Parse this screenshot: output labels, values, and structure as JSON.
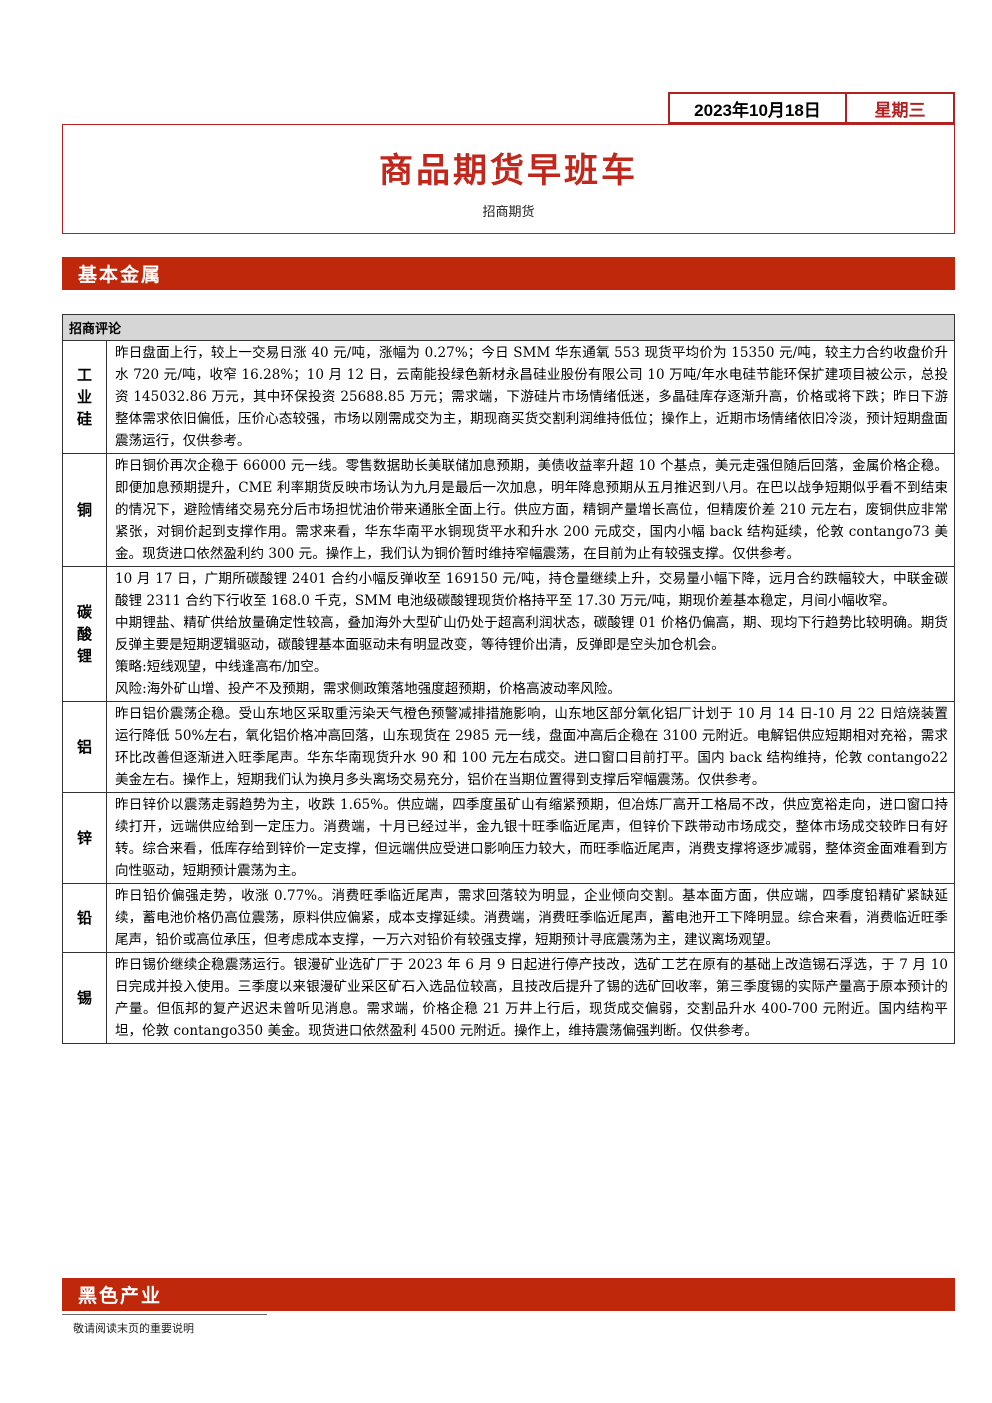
{
  "header": {
    "date": "2023年10月18日",
    "weekday": "星期三",
    "title": "商品期货早班车",
    "subtitle": "招商期货"
  },
  "sections": {
    "metals": "基本金属",
    "ferrous": "黑色产业"
  },
  "table": {
    "header": "招商评论",
    "rows": [
      {
        "category": [
          "工",
          "业",
          "硅"
        ],
        "paragraphs": [
          "昨日盘面上行，较上一交易日涨 40 元/吨，涨幅为 0.27%；今日 SMM 华东通氧 553 现货平均价为 15350 元/吨，较主力合约收盘价升水 720 元/吨，收窄 16.28%；10 月 12 日，云南能投绿色新材永昌硅业股份有限公司 10 万吨/年水电硅节能环保扩建项目被公示，总投资 145032.86 万元，其中环保投资 25688.85 万元；需求端，下游硅片市场情绪低迷，多晶硅库存逐渐升高，价格或将下跌；昨日下游整体需求依旧偏低，压价心态较强，市场以刚需成交为主，期现商买货交割利润维持低位；操作上，近期市场情绪依旧冷淡，预计短期盘面震荡运行，仅供参考。"
        ]
      },
      {
        "category": [
          "铜"
        ],
        "paragraphs": [
          "昨日铜价再次企稳于 66000 元一线。零售数据助长美联储加息预期，美债收益率升超 10 个基点，美元走强但随后回落，金属价格企稳。即便加息预期提升，CME 利率期货反映市场认为九月是最后一次加息，明年降息预期从五月推迟到八月。在巴以战争短期似乎看不到结束的情况下，避险情绪交易充分后市场担忧油价带来通胀全面上行。供应方面，精铜产量增长高位，但精废价差 210 元左右，废铜供应非常紧张，对铜价起到支撑作用。需求来看，华东华南平水铜现货平水和升水 200 元成交，国内小幅 back 结构延续，伦敦 contango73 美金。现货进口依然盈利约 300 元。操作上，我们认为铜价暂时维持窄幅震荡，在目前为止有较强支撑。仅供参考。"
        ]
      },
      {
        "category": [
          "碳",
          "酸",
          "锂"
        ],
        "paragraphs": [
          "10 月 17 日，广期所碳酸锂 2401 合约小幅反弹收至 169150 元/吨，持仓量继续上升，交易量小幅下降，远月合约跌幅较大，中联金碳酸锂 2311 合约下行收至 168.0 千克，SMM 电池级碳酸锂现货价格持平至 17.30 万元/吨，期现价差基本稳定，月间小幅收窄。",
          "中期锂盐、精矿供给放量确定性较高，叠加海外大型矿山仍处于超高利润状态，碳酸锂 01 价格仍偏高，期、现均下行趋势比较明确。期货反弹主要是短期逻辑驱动，碳酸锂基本面驱动未有明显改变，等待锂价出清，反弹即是空头加仓机会。",
          "策略:短线观望，中线逢高布/加空。",
          "风险:海外矿山增、投产不及预期，需求侧政策落地强度超预期，价格高波动率风险。"
        ]
      },
      {
        "category": [
          "铝"
        ],
        "paragraphs": [
          "昨日铝价震荡企稳。受山东地区采取重污染天气橙色预警减排措施影响，山东地区部分氧化铝厂计划于 10 月 14 日-10 月 22 日焙烧装置运行降低 50%左右，氧化铝价格冲高回落，山东现货在 2985 元一线，盘面冲高后企稳在 3100 元附近。电解铝供应短期相对充裕，需求环比改善但逐渐进入旺季尾声。华东华南现货升水 90 和 100 元左右成交。进口窗口目前打平。国内 back 结构维持，伦敦 contango22 美金左右。操作上，短期我们认为换月多头离场交易充分，铝价在当期位置得到支撑后窄幅震荡。仅供参考。"
        ]
      },
      {
        "category": [
          "锌"
        ],
        "paragraphs": [
          "昨日锌价以震荡走弱趋势为主，收跌 1.65%。供应端，四季度虽矿山有缩紧预期，但冶炼厂高开工格局不改，供应宽裕走向，进口窗口持续打开，远端供应给到一定压力。消费端，十月已经过半，金九银十旺季临近尾声，但锌价下跌带动市场成交，整体市场成交较昨日有好转。综合来看，低库存给到锌价一定支撑，但远端供应受进口影响压力较大，而旺季临近尾声，消费支撑将逐步减弱，整体资金面难看到方向性驱动，短期预计震荡为主。"
        ]
      },
      {
        "category": [
          "铅"
        ],
        "paragraphs": [
          "昨日铅价偏强走势，收涨 0.77%。消费旺季临近尾声，需求回落较为明显，企业倾向交割。基本面方面，供应端，四季度铅精矿紧缺延续，蓄电池价格仍高位震荡，原料供应偏紧，成本支撑延续。消费端，消费旺季临近尾声，蓄电池开工下降明显。综合来看，消费临近旺季尾声，铅价或高位承压，但考虑成本支撑，一万六对铅价有较强支撑，短期预计寻底震荡为主，建议离场观望。"
        ]
      },
      {
        "category": [
          "锡"
        ],
        "paragraphs": [
          "昨日锡价继续企稳震荡运行。银漫矿业选矿厂于 2023 年 6 月 9 日起进行停产技改，选矿工艺在原有的基础上改造锡石浮选，于 7 月 10 日完成并投入使用。三季度以来银漫矿业采区矿石入选品位较高，且技改后提升了锡的选矿回收率，第三季度锡的实际产量高于原本预计的产量。但佤邦的复产迟迟未曾听见消息。需求端，价格企稳 21 万井上行后，现货成交偏弱，交割品升水 400-700 元附近。国内结构平坦，伦敦 contango350 美金。现货进口依然盈利 4500 元附近。操作上，维持震荡偏强判断。仅供参考。"
        ]
      }
    ]
  },
  "footer": {
    "note": "敬请阅读末页的重要说明"
  },
  "colors": {
    "accent": "#c0280c",
    "border": "#b22222",
    "header_gray": "#d6d6d6"
  }
}
